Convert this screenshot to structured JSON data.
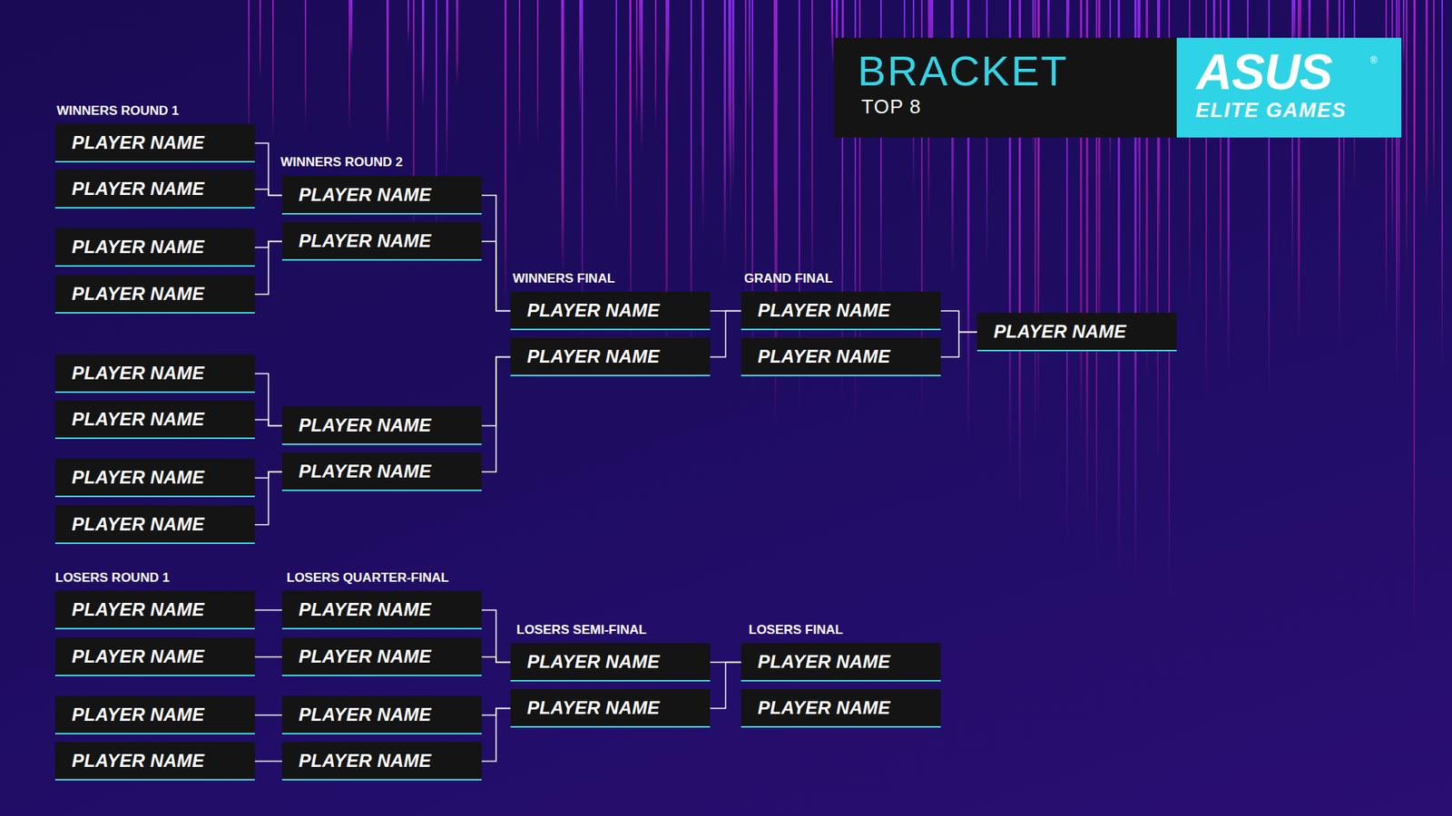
{
  "diagram": {
    "title": "BRACKET",
    "nodes": [
      {
        "text": [
          "PLAYER NAME"
        ]
      },
      {
        "text": [
          "PLAYER NAME"
        ]
      },
      {
        "text": [
          "PLAYER NAME"
        ]
      },
      {
        "text": [
          "PLAYER NAME"
        ]
      },
      {
        "text": [
          "PLAYER NAME"
        ]
      },
      {
        "text": [
          "PLAYER NAME"
        ]
      },
      {
        "text": [
          "PLAYER NAME"
        ]
      },
      {
        "text": [
          "PLAYER NAME"
        ]
      },
      {
        "text": [
          "PLAYER NAME"
        ]
      },
      {
        "text": [
          "PLAYER NAME"
        ]
      },
      {
        "text": [
          "PLAYER NAME"
        ]
      },
      {
        "text": [
          "PLAYER NAME"
        ]
      },
      {
        "text": [
          "PLAYER NAME"
        ]
      },
      {
        "text": [
          "PLAYER NAME"
        ]
      },
      {
        "text": [
          "PLAYER NAME"
        ]
      },
      {
        "text": [
          "PLAYER NAME"
        ]
      },
      {
        "text": [
          "PLAYER NAME"
        ]
      },
      {
        "text": [
          "PLAYER NAME"
        ]
      },
      {
        "text": [
          "PLAYER NAME"
        ]
      },
      {
        "text": [
          "PLAYER NAME"
        ]
      },
      {
        "text": [
          "PLAYER NAME"
        ]
      },
      {
        "text": [
          "PLAYER NAME"
        ]
      },
      {
        "text": [
          "PLAYER NAME"
        ]
      },
      {
        "text": [
          "PLAYER NAME"
        ]
      },
      {
        "text": [
          "PLAYER NAME"
        ]
      },
      {
        "text": [
          "PLAYER NAME"
        ]
      },
      {
        "text": [
          "PLAYER NAME"
        ]
      },
      {
        "text": [
          "PLAYER NAME"
        ]
      },
      {
        "text": [
          "PLAYER NAME"
        ]
      }
    ],
    "edges": [
      {
        "from": 0,
        "to": 8,
        "arrow": "none"
      },
      {
        "from": 1,
        "to": 8,
        "arrow": "none"
      },
      {
        "from": 2,
        "to": 9,
        "arrow": "none"
      },
      {
        "from": 3,
        "to": 9,
        "arrow": "none"
      },
      {
        "from": 4,
        "to": 10,
        "arrow": "none"
      },
      {
        "from": 5,
        "to": 10,
        "arrow": "none"
      },
      {
        "from": 6,
        "to": 11,
        "arrow": "none"
      },
      {
        "from": 7,
        "to": 11,
        "arrow": "none"
      },
      {
        "from": 8,
        "to": 12,
        "arrow": "none"
      },
      {
        "from": 9,
        "to": 12,
        "arrow": "none"
      },
      {
        "from": 10,
        "to": 13,
        "arrow": "none"
      },
      {
        "from": 11,
        "to": 13,
        "arrow": "none"
      },
      {
        "from": 12,
        "to": 14,
        "arrow": "none"
      },
      {
        "from": 13,
        "to": 14,
        "arrow": "none"
      },
      {
        "from": 14,
        "to": 16,
        "arrow": "none"
      },
      {
        "from": 15,
        "to": 16,
        "arrow": "none"
      },
      {
        "from": 17,
        "to": 21,
        "arrow": "none"
      },
      {
        "from": 18,
        "to": 22,
        "arrow": "none"
      },
      {
        "from": 19,
        "to": 23,
        "arrow": "none"
      },
      {
        "from": 20,
        "to": 24,
        "arrow": "none"
      },
      {
        "from": 21,
        "to": 25,
        "arrow": "none"
      },
      {
        "from": 22,
        "to": 25,
        "arrow": "none"
      },
      {
        "from": 23,
        "to": 26,
        "arrow": "none"
      },
      {
        "from": 24,
        "to": 26,
        "arrow": "none"
      },
      {
        "from": 25,
        "to": 27,
        "arrow": "none"
      },
      {
        "from": 26,
        "to": 27,
        "arrow": "none"
      }
    ],
    "labels": [
      "TOP 8",
      "ASUS",
      "®",
      "ELITE GAMES",
      "WINNERS ROUND 1",
      "WINNERS ROUND 2",
      "WINNERS FINAL",
      "GRAND FINAL",
      "LOSERS ROUND 1",
      "LOSERS QUARTER-FINAL",
      "LOSERS SEMI-FINAL",
      "LOSERS FINAL"
    ]
  }
}
